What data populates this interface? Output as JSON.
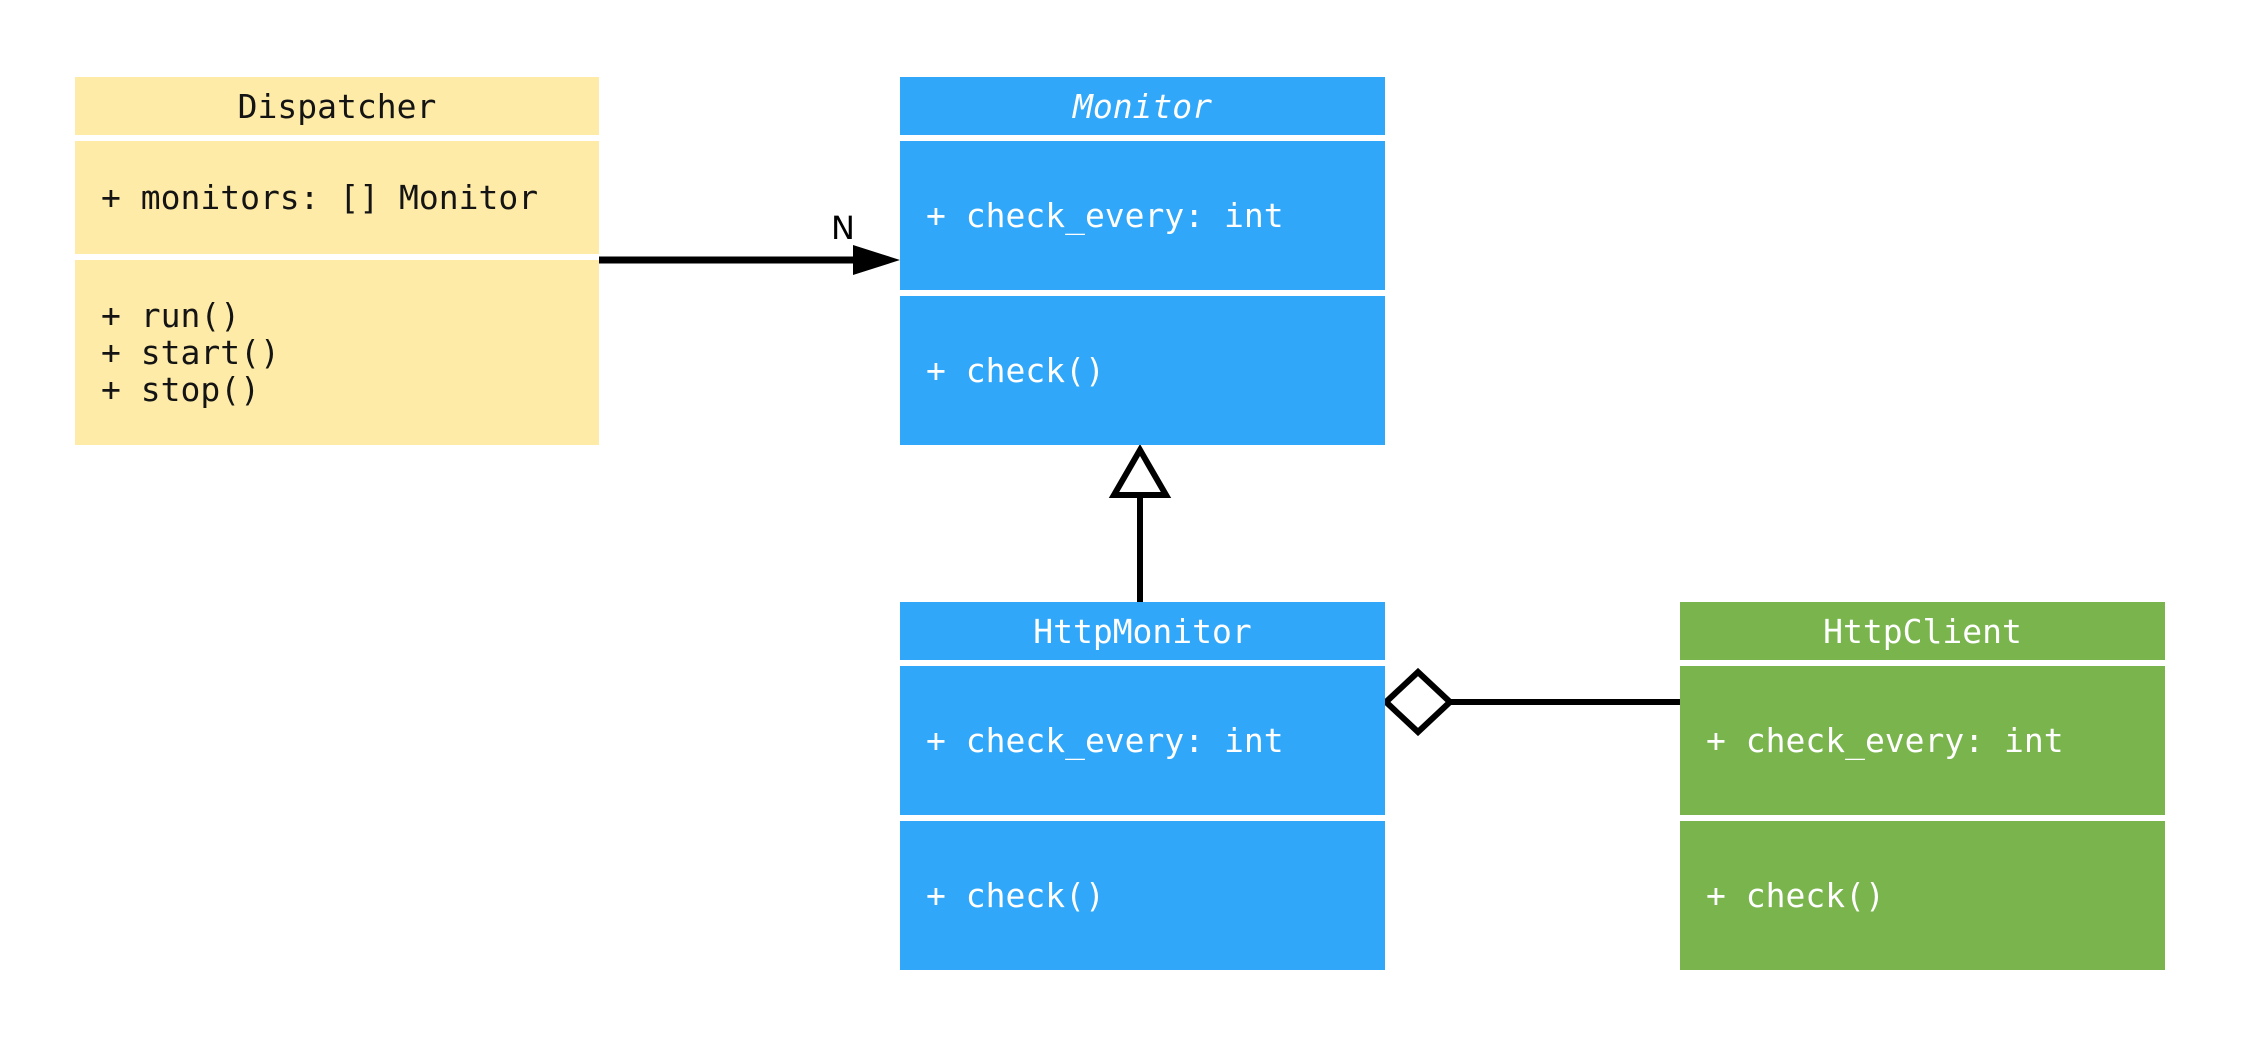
{
  "diagram": {
    "kind": "uml-class-diagram",
    "background_color": "#ffffff",
    "colors": {
      "dispatcher_fill": "#FDEBA7",
      "monitor_fill": "#30A7F9",
      "http_monitor_fill": "#30A7F9",
      "http_client_fill": "#7AB44D",
      "edge_color": "#000000",
      "text_on_yellow": "#141414",
      "text_on_color": "#ffffff"
    },
    "classes": [
      {
        "id": "dispatcher",
        "title": "Dispatcher",
        "abstract": false,
        "fill": "#FDEBA7",
        "attributes": [
          "+ monitors: [] Monitor"
        ],
        "methods": [
          "+ run()",
          "+ start()",
          "+ stop()"
        ]
      },
      {
        "id": "monitor",
        "title": "Monitor",
        "abstract": true,
        "fill": "#30A7F9",
        "attributes": [
          "+ check_every: int"
        ],
        "methods": [
          "+ check()"
        ]
      },
      {
        "id": "http-monitor",
        "title": "HttpMonitor",
        "abstract": false,
        "fill": "#30A7F9",
        "attributes": [
          "+ check_every: int"
        ],
        "methods": [
          "+ check()"
        ]
      },
      {
        "id": "http-client",
        "title": "HttpClient",
        "abstract": false,
        "fill": "#7AB44D",
        "attributes": [
          "+ check_every: int"
        ],
        "methods": [
          "+ check()"
        ]
      }
    ],
    "relationships": [
      {
        "type": "association",
        "from": "Dispatcher",
        "to": "Monitor",
        "label": "N",
        "head": "filled-arrow"
      },
      {
        "type": "inheritance",
        "from": "HttpMonitor",
        "to": "Monitor",
        "label": "",
        "head": "hollow-triangle"
      },
      {
        "type": "aggregation",
        "from": "HttpMonitor",
        "to": "HttpClient",
        "label": "",
        "head": "hollow-diamond"
      }
    ]
  }
}
